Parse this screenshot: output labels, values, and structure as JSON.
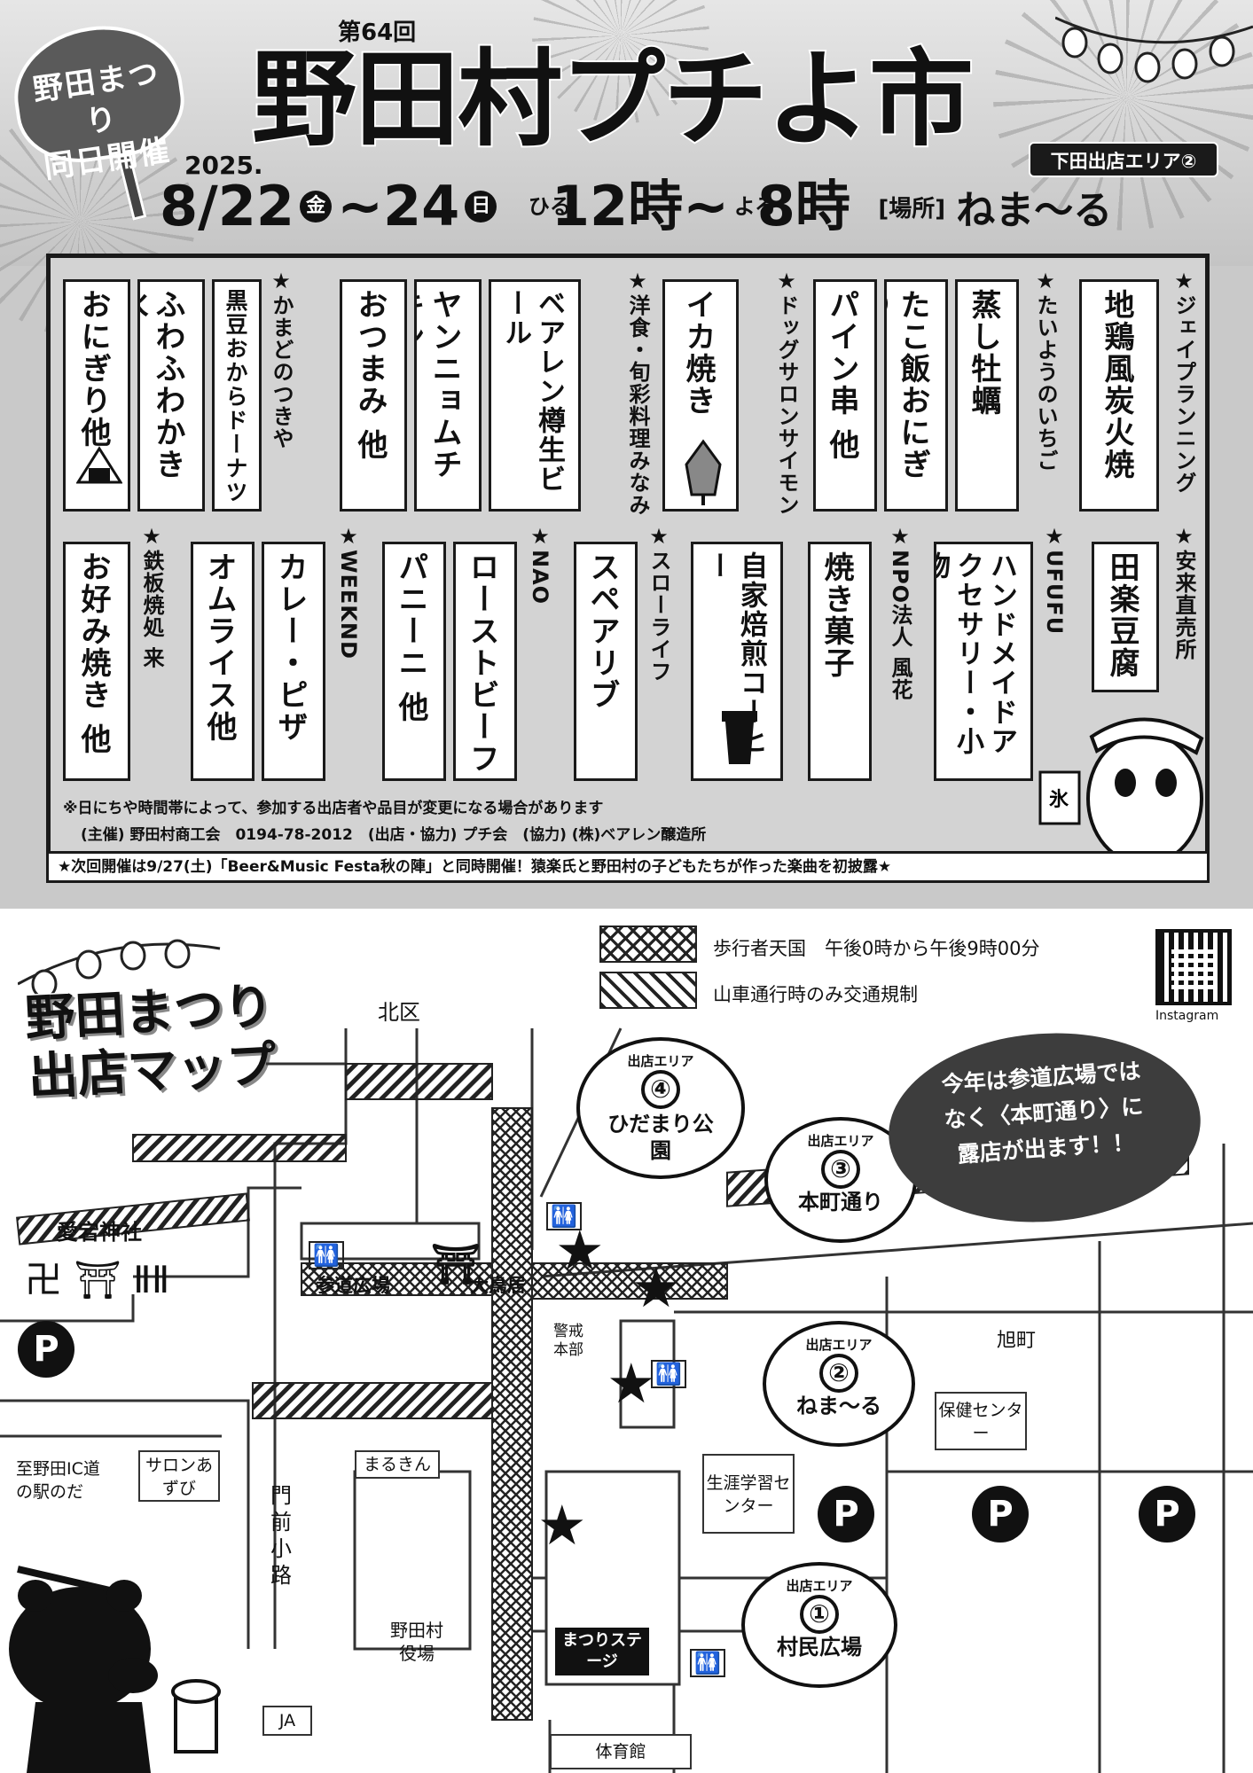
{
  "header": {
    "badge": [
      "野田まつり",
      "同日開催"
    ],
    "edition": "第64回",
    "title": "野田村プチよ市",
    "area_badge": "下田出店エリア②",
    "year": "2025.",
    "date_start": "8/22",
    "day_start": "金",
    "date_end": "~24",
    "day_end": "日",
    "time_morning": "ひる",
    "time_start": "12時~",
    "time_evening": "よる",
    "time_end": "8時",
    "place_label": "[場所]",
    "place": "ねま～る"
  },
  "vendors": {
    "kamado": "★かまどのつきや",
    "minami": "★洋食・旬彩料理みなみ",
    "dog": "★ドッグサロンサイモン",
    "taiyo": "★たいようのいちご",
    "jei": "★ジェイプランニング",
    "teppan": "★鉄板焼処 来",
    "weeknd": "★WEEKND",
    "nao": "★NAO",
    "slow": "★スローライフ",
    "npo": "★NPO法人 風花",
    "ufufu": "★UFUFU",
    "yasurai": "★安来直売所"
  },
  "stalls_row1": [
    "おにぎり他",
    "ふわふわかき氷",
    "黒豆おからドーナツ",
    "おつまみ 他",
    "ヤンニョムチキン",
    "ベアレン樽生ビール",
    "イカ焼き",
    "パイン串 他",
    "たこ飯おにぎり",
    "蒸し牡蠣",
    "地鶏風炭火焼"
  ],
  "stalls_row2": [
    "お好み焼き 他",
    "オムライス他",
    "カレー・ピザ",
    "パニーニ 他",
    "ローストビーフ",
    "スペアリブ",
    "自家焙煎コーヒー",
    "焼き菓子",
    "ハンドメイドアクセサリー・小物",
    "田楽豆腐"
  ],
  "notes": {
    "change": "※日にちや時間帯によって、参加する出店者や品目が変更になる場合があります",
    "organizer": "(主催) 野田村商工会　0194-78-2012　(出店・協力) プチ会　(協力) (株)ベアレン醸造所",
    "next": "★次回開催は9/27(土)「Beer&Music Festa秋の陣」と同時開催！猿楽氏と野田村の子どもたちが作った楽曲を初披露★"
  },
  "map": {
    "title": [
      "野田まつり",
      "出店マップ"
    ],
    "legend_pedestrian": "歩行者天国　午後0時から午後9時00分",
    "legend_float": "山車通行時のみ交通規制",
    "instagram": "Instagram",
    "notice": [
      "今年は参道広場では",
      "なく〈本町通り〉に",
      "露店が出ます！！"
    ],
    "area_label": "出店エリア",
    "areas": [
      {
        "num": "④",
        "name": "ひだまり公園"
      },
      {
        "num": "③",
        "name": "本町通り"
      },
      {
        "num": "②",
        "name": "ねま～る"
      },
      {
        "num": "①",
        "name": "村民広場"
      }
    ],
    "places": {
      "kita": "北区",
      "atago": "愛宕神社",
      "sando": "参道広場",
      "torii": "大鳥居",
      "keikai": "警戒本部",
      "asahi": "旭町",
      "hoken": "保健センター",
      "shogai": "生涯学習センター",
      "ic": "至野田IC道の駅のだ",
      "salon": "サロンあずび",
      "marukin": "まるきん",
      "monzen": "門前小路",
      "yakuba": "野田村役場",
      "stage": "まつりステージ",
      "ja": "JA",
      "taiiku": "体育館"
    },
    "parking": "P"
  },
  "colors": {
    "panel": "#c9c9c9",
    "ink": "#111111",
    "notice": "#3d3d3d"
  }
}
